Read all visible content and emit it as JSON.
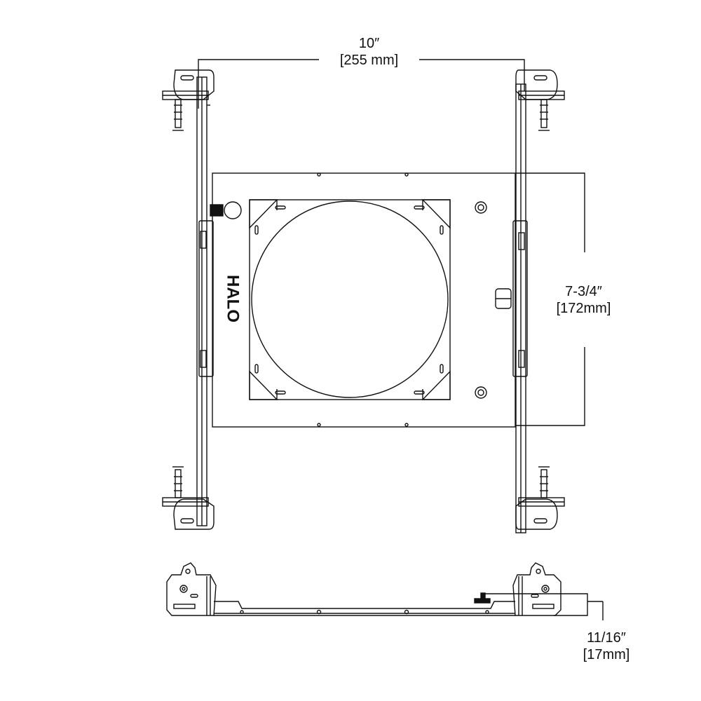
{
  "dimensions": {
    "width": {
      "imperial": "10″",
      "metric": "[255 mm]"
    },
    "height": {
      "imperial": "7-3/4″",
      "metric": "[172mm]"
    },
    "depth": {
      "imperial": "11/16″",
      "metric": "[17mm]"
    }
  },
  "logo_text": "HALO",
  "colors": {
    "line": "#111111",
    "background": "#ffffff"
  }
}
